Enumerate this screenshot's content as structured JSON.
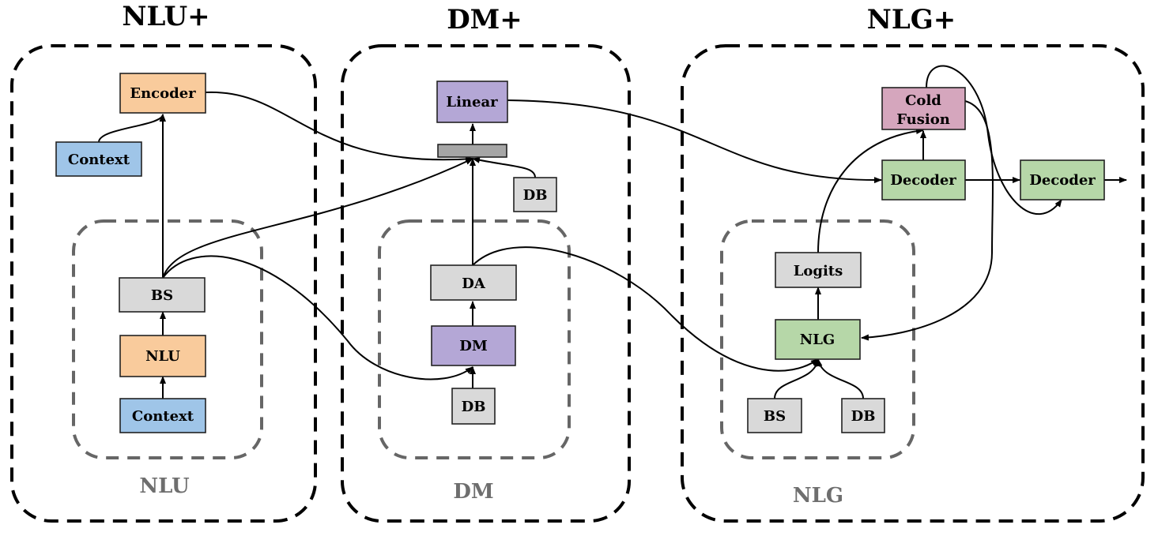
{
  "colors": {
    "orange": "#f9cb9c",
    "blue": "#9fc5e8",
    "purple": "#b4a7d6",
    "green": "#b6d7a8",
    "pink": "#d5a6bd",
    "gray": "#d9d9d9",
    "dark_gray": "#a6a6a6"
  },
  "groups": {
    "nlu_plus": {
      "title": "NLU+",
      "inner_title": "NLU"
    },
    "dm_plus": {
      "title": "DM+",
      "inner_title": "DM"
    },
    "nlg_plus": {
      "title": "NLG+",
      "inner_title": "NLG"
    }
  },
  "nodes": {
    "encoder": {
      "label": "Encoder",
      "color": "orange"
    },
    "nlu_context_top": {
      "label": "Context",
      "color": "blue"
    },
    "nlu_bs": {
      "label": "BS",
      "color": "gray"
    },
    "nlu": {
      "label": "NLU",
      "color": "orange"
    },
    "nlu_context_bottom": {
      "label": "Context",
      "color": "blue"
    },
    "linear": {
      "label": "Linear",
      "color": "purple"
    },
    "concat_bar": {
      "label": "",
      "color": "dark_gray"
    },
    "dm_db_top": {
      "label": "DB",
      "color": "gray"
    },
    "dm_da": {
      "label": "DA",
      "color": "gray"
    },
    "dm": {
      "label": "DM",
      "color": "purple"
    },
    "dm_db_bottom": {
      "label": "DB",
      "color": "gray"
    },
    "cold_fusion": {
      "label_line1": "Cold",
      "label_line2": "Fusion",
      "color": "pink"
    },
    "decoder_1": {
      "label": "Decoder",
      "color": "green"
    },
    "decoder_2": {
      "label": "Decoder",
      "color": "green"
    },
    "logits": {
      "label": "Logits",
      "color": "gray"
    },
    "nlg": {
      "label": "NLG",
      "color": "green"
    },
    "nlg_bs": {
      "label": "BS",
      "color": "gray"
    },
    "nlg_db": {
      "label": "DB",
      "color": "gray"
    }
  }
}
